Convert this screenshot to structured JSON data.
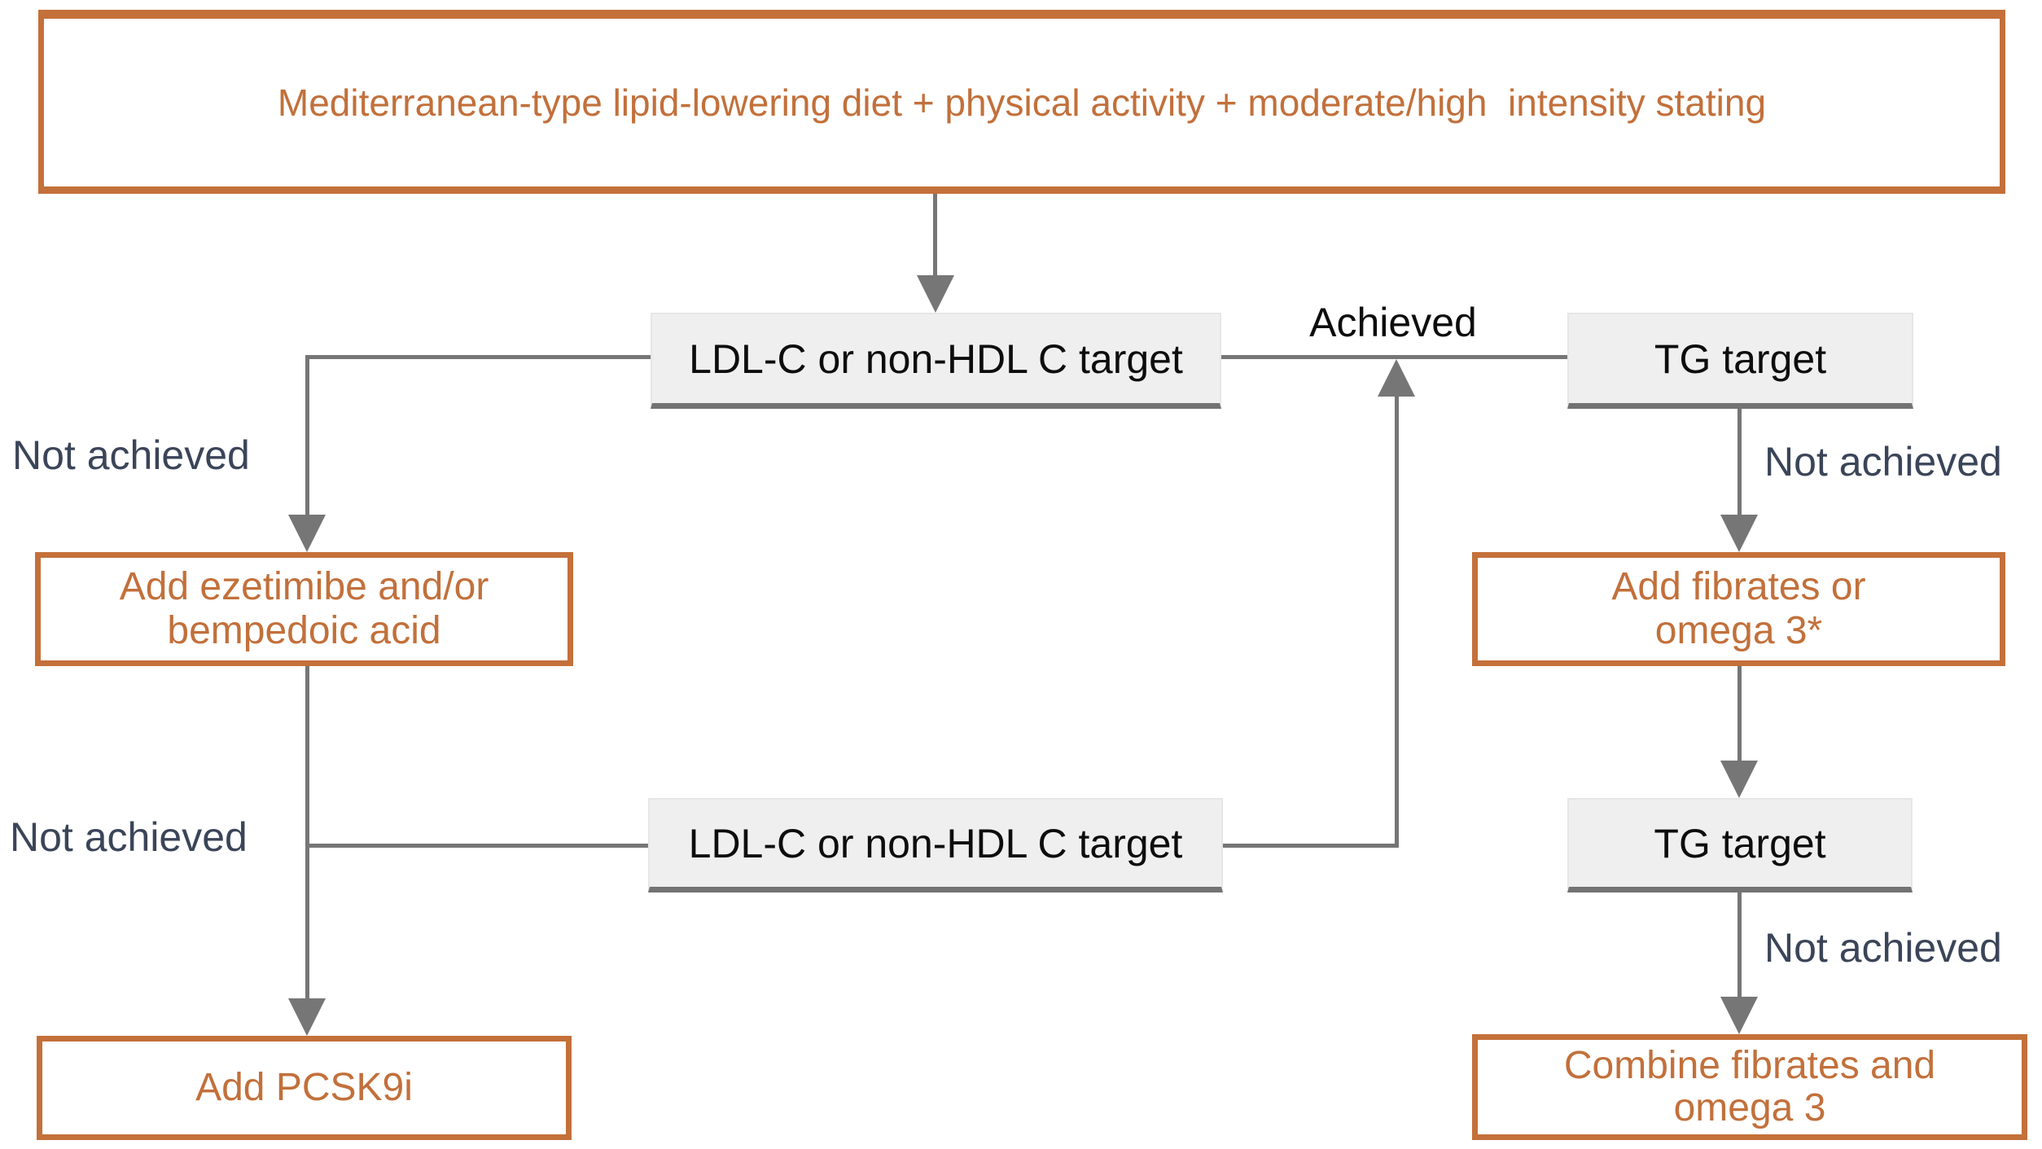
{
  "figure": {
    "colors": {
      "orange": "#C4703A",
      "orange_text": "#C2703B",
      "navy": "#3B4559",
      "ink": "#0D0D0D",
      "gray_fill": "#EFEFEF",
      "gray_dark": "#737373",
      "line": "#767676"
    }
  },
  "title_box": {
    "text": "Mediterranean-type lipid-lowering diet + physical activity + moderate/high  intensity stating"
  },
  "nodes": {
    "ldl_target_1": {
      "label": "LDL-C or non-HDL C target"
    },
    "tg_target_1": {
      "label": "TG target"
    },
    "add_ezetimibe": {
      "line1": "Add ezetimibe and/or",
      "line2": "bempedoic acid"
    },
    "add_fibrates": {
      "line1": "Add fibrates or",
      "line2": "omega 3*"
    },
    "ldl_target_2": {
      "label": "LDL-C or non-HDL C target"
    },
    "tg_target_2": {
      "label": "TG target"
    },
    "add_pcsk9i": {
      "label": "Add PCSK9i"
    },
    "combine_fibrates": {
      "line1": "Combine fibrates and",
      "line2": "omega 3"
    }
  },
  "edge_labels": {
    "achieved": "Achieved",
    "not_achieved_left_top": "Not achieved",
    "not_achieved_left_bottom": "Not achieved",
    "not_achieved_right_top": "Not achieved",
    "not_achieved_right_bottom": "Not achieved"
  }
}
